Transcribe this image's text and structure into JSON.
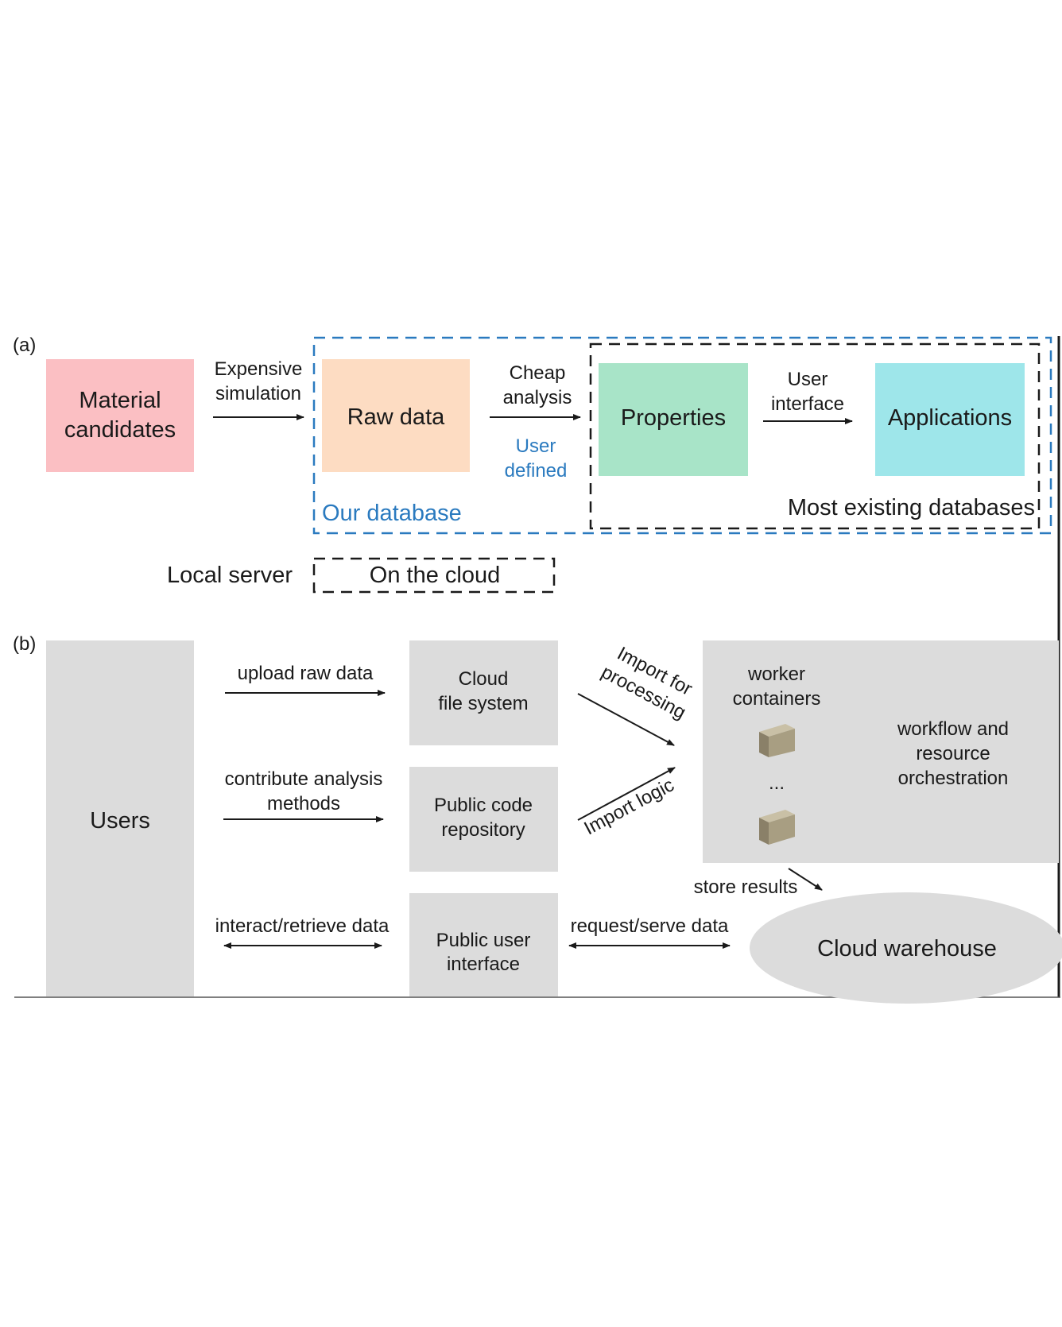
{
  "panel_a": {
    "label": "(a)",
    "material_candidates": [
      "Material",
      "candidates"
    ],
    "expensive_simulation": [
      "Expensive",
      "simulation"
    ],
    "raw_data": "Raw data",
    "cheap_analysis": [
      "Cheap",
      "analysis"
    ],
    "user_defined": [
      "User",
      "defined"
    ],
    "properties": "Properties",
    "user_interface": [
      "User",
      "interface"
    ],
    "applications": "Applications",
    "our_database": "Our database",
    "most_existing_databases": "Most existing databases",
    "legend_local": "Local server",
    "legend_cloud": "On the cloud"
  },
  "panel_b": {
    "label": "(b)",
    "users": "Users",
    "upload_raw_data": "upload raw data",
    "contribute_analysis": [
      "contribute analysis",
      "methods"
    ],
    "interact_retrieve": "interact/retrieve data",
    "cloud_file_system": [
      "Cloud",
      "file system"
    ],
    "public_code_repository": [
      "Public code",
      "repository"
    ],
    "public_user_interface": [
      "Public user",
      "interface"
    ],
    "import_for_processing": [
      "Import for",
      "processing"
    ],
    "import_logic": "Import logic",
    "worker_containers": [
      "worker",
      "containers"
    ],
    "ellipsis": "...",
    "workflow": [
      "workflow and",
      "resource",
      "orchestration"
    ],
    "store_results": "store results",
    "request_serve": "request/serve data",
    "cloud_warehouse": "Cloud warehouse"
  },
  "colors": {
    "material": "#fbbfc3",
    "raw": "#fddcc2",
    "properties": "#a8e4c8",
    "applications": "#9ee6ea",
    "grey": "#dcdcdc",
    "blue_dash": "#2a7abf",
    "cube": "#a89e82"
  }
}
